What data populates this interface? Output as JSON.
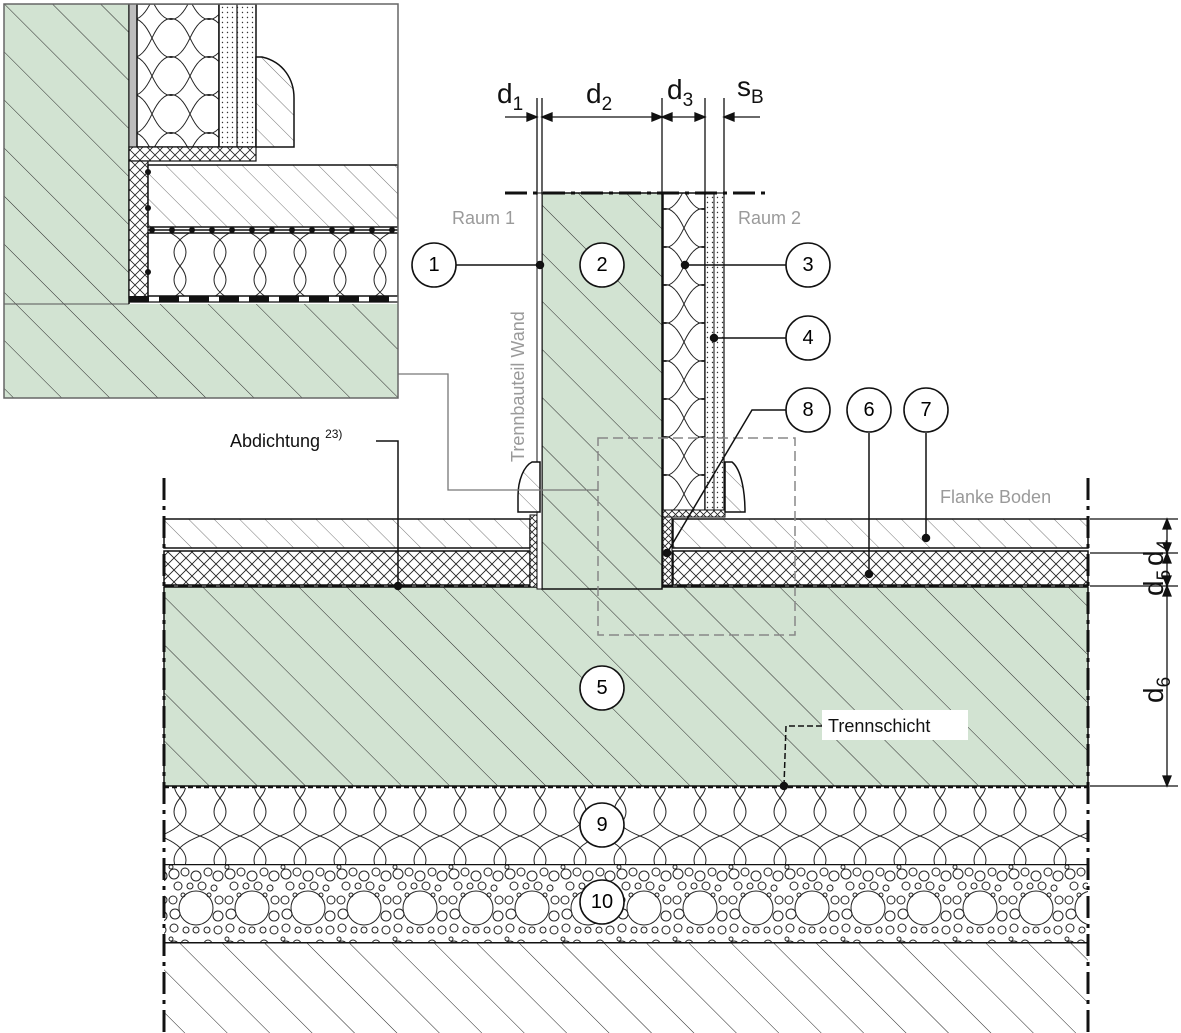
{
  "labels": {
    "raum1": "Raum 1",
    "raum2": "Raum 2",
    "trennbauteil": "Trennbauteil Wand",
    "flanke": "Flanke Boden",
    "abdichtung": "Abdichtung",
    "abdichtung_ref": "23)",
    "trennschicht": "Trennschicht"
  },
  "dimensions": {
    "d1": {
      "main": "d",
      "sub": "1"
    },
    "d2": {
      "main": "d",
      "sub": "2"
    },
    "d3": {
      "main": "d",
      "sub": "3"
    },
    "sB": {
      "main": "s",
      "sub": "B"
    },
    "d4": {
      "main": "d",
      "sub": "4"
    },
    "d5": {
      "main": "d",
      "sub": "5"
    },
    "d6": {
      "main": "d",
      "sub": "6"
    }
  },
  "callouts": [
    "1",
    "2",
    "3",
    "4",
    "5",
    "6",
    "7",
    "8",
    "9",
    "10"
  ],
  "colors": {
    "concrete": "#d2e3d2",
    "hatch": "#2a2a2a",
    "line": "#111111",
    "grey_text": "#9a9a9a"
  }
}
